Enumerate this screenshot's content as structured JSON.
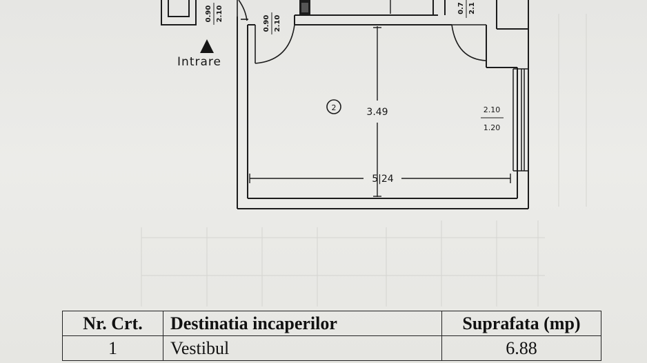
{
  "plan": {
    "entrance_label": "Intrare",
    "room_number": "2",
    "dim_height": "3.49",
    "dim_width": "5|24",
    "window_label_top": "2.10",
    "window_label_bottom": "1.20",
    "door1_top": "0.90",
    "door1_bottom": "2.10",
    "door2_top": "0.90",
    "door2_bottom": "2.10",
    "door3_top": "0.7",
    "door3_bottom": "2.1"
  },
  "table": {
    "headers": {
      "nr": "Nr. Crt.",
      "destination": "Destinatia incaperilor",
      "area": "Suprafata (mp)"
    },
    "rows": [
      {
        "nr": "1",
        "destination": "Vestibul",
        "area": "6.88"
      }
    ]
  }
}
